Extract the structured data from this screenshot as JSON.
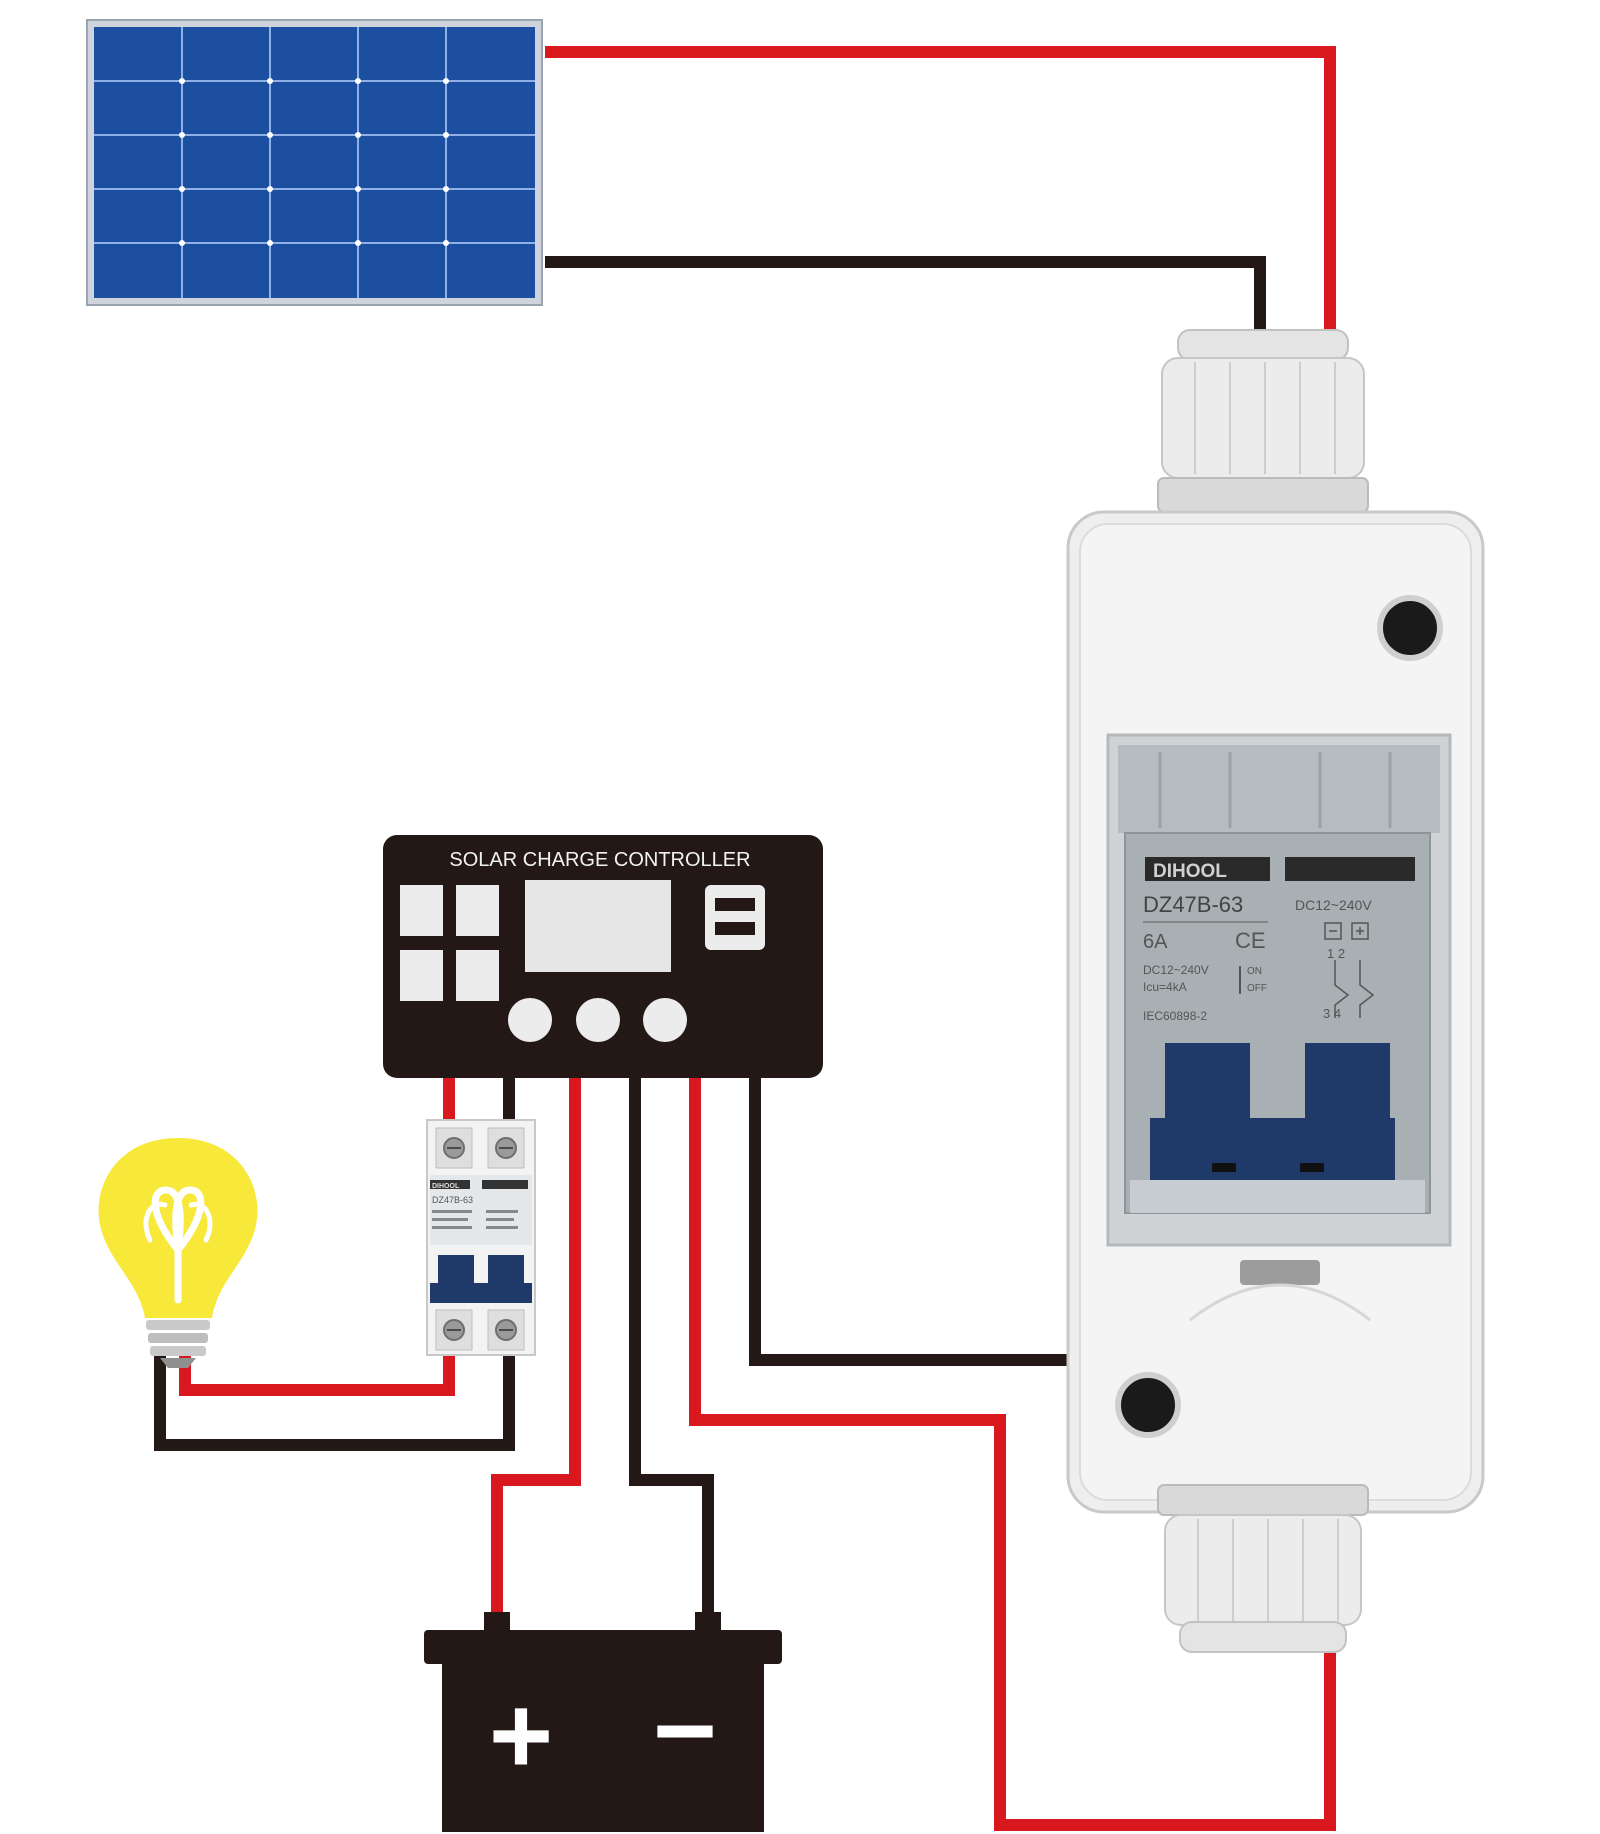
{
  "controller": {
    "title": "SOLAR CHARGE CONTROLLER"
  },
  "breaker_large": {
    "brand": "DIHOOL",
    "model": "DZ47B-63",
    "voltage": "DC12~240V",
    "rating": "6A",
    "ce_mark": "CE",
    "spec_voltage": "DC12~240V",
    "spec_icu": "Icu=4kA",
    "on_label": "ON",
    "off_label": "OFF",
    "standard": "IEC60898-2",
    "terminal_top": "1 2",
    "terminal_bottom": "3 4"
  },
  "breaker_small": {
    "brand": "DIHOOL",
    "model": "DZ47B-63"
  },
  "battery": {
    "plus_symbol": "+",
    "minus_symbol": "−"
  },
  "colors": {
    "positive_wire": "#d9171e",
    "negative_wire": "#231815",
    "panel_blue": "#1c4fa0",
    "controller_body": "#231815",
    "breaker_blue": "#1f3a68",
    "enclosure": "#eeeeee",
    "bulb_yellow": "#f8e83a"
  },
  "icons": [
    "solar-panel-icon",
    "light-bulb-icon",
    "battery-icon",
    "usb-port-icon",
    "dc-breaker-icon"
  ]
}
